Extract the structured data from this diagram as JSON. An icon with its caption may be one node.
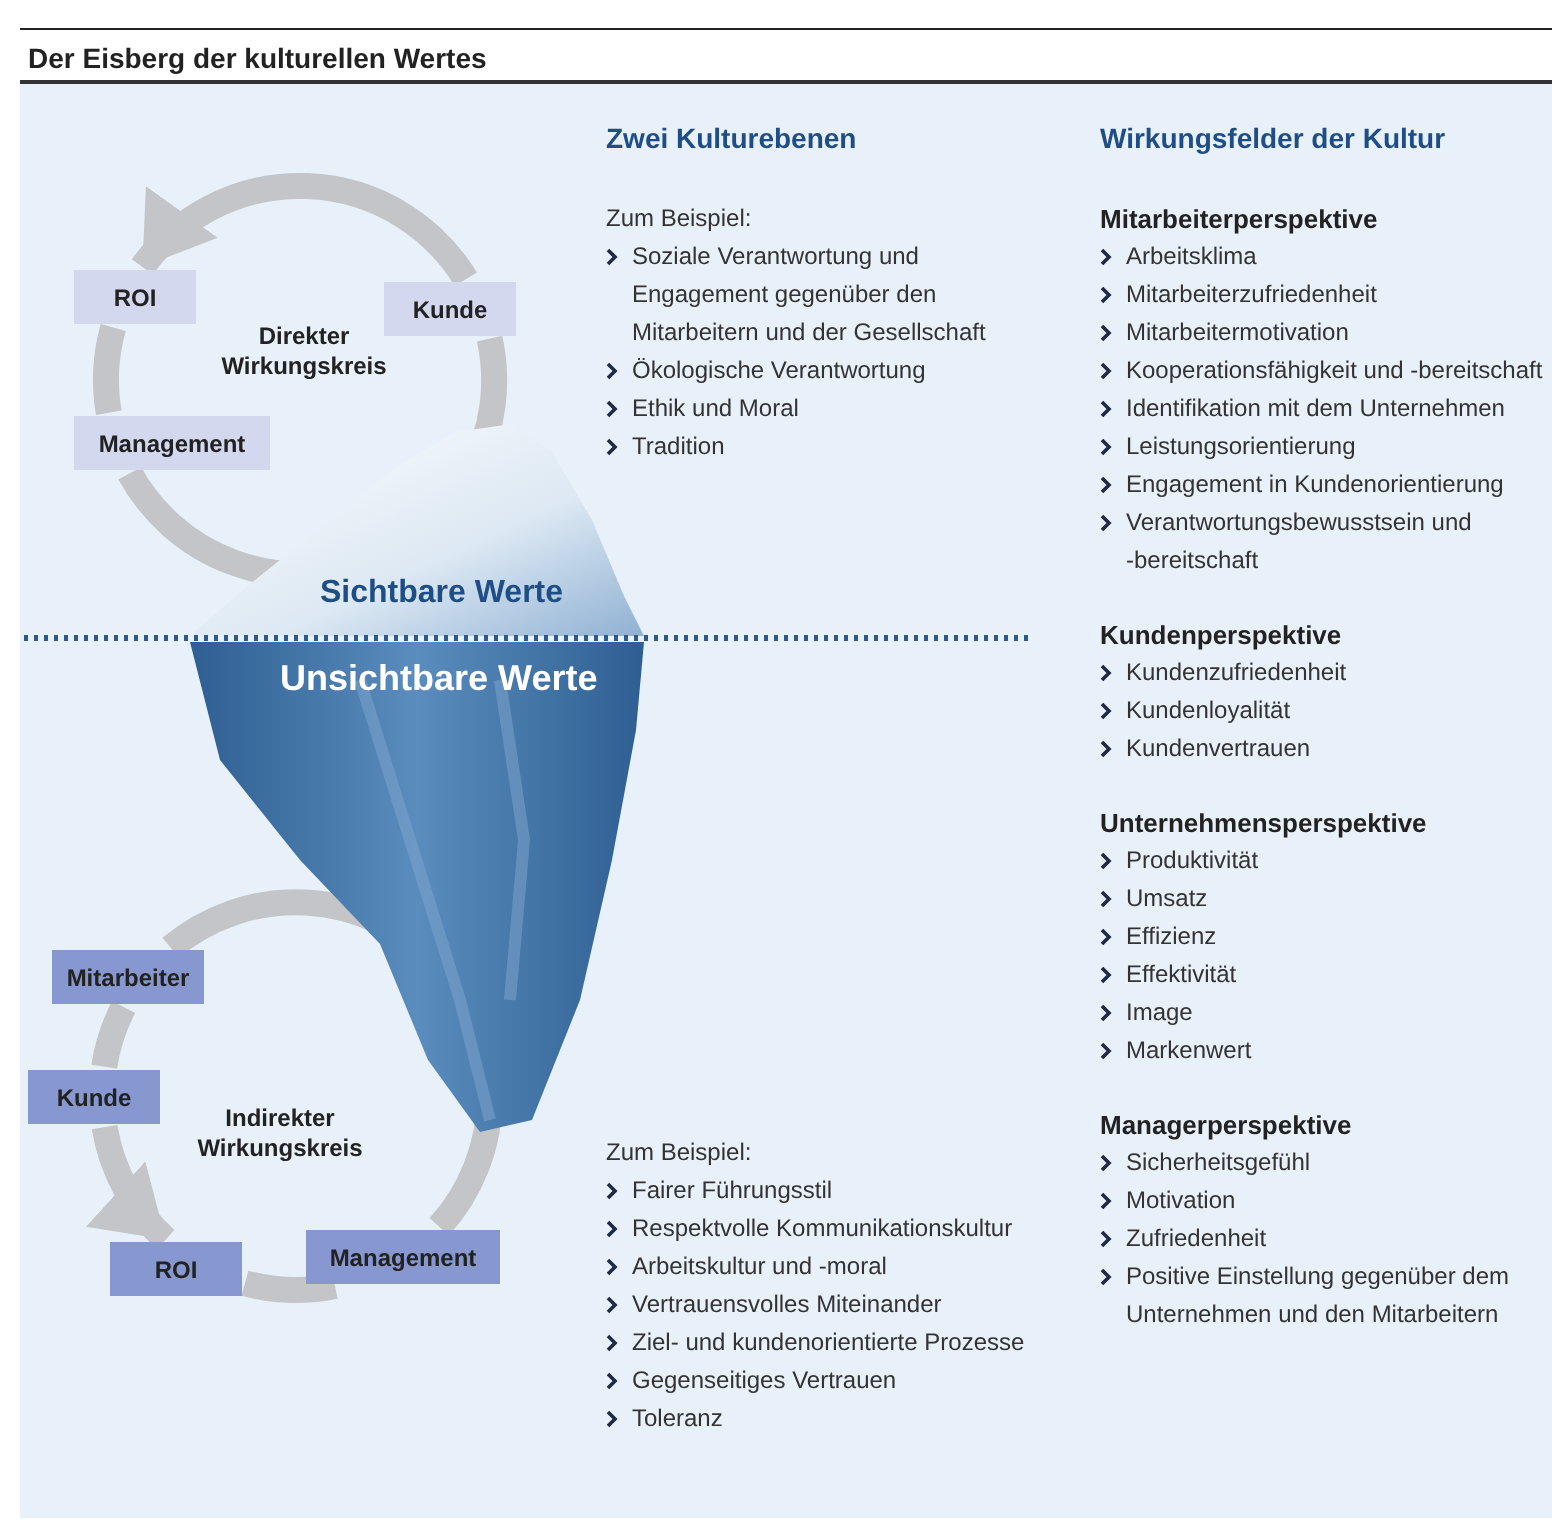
{
  "diagram": {
    "title": "Der Eisberg der kulturellen Wertes",
    "nodes": [
      {
        "text": [
          "ROI"
        ]
      },
      {
        "text": [
          "Kunde"
        ]
      },
      {
        "text": [
          "Management"
        ]
      },
      {
        "text": [
          "Mitarbeiter"
        ]
      },
      {
        "text": [
          "Kunde"
        ]
      },
      {
        "text": [
          "ROI"
        ]
      },
      {
        "text": [
          "Management"
        ]
      }
    ],
    "edges": [
      {
        "from": 1,
        "to": 0,
        "arrow": "to"
      },
      {
        "from": 0,
        "to": 2,
        "arrow": "none"
      },
      {
        "from": 2,
        "to": 1,
        "arrow": "none"
      },
      {
        "from": 6,
        "to": 3,
        "arrow": "none"
      },
      {
        "from": 3,
        "to": 4,
        "arrow": "none"
      },
      {
        "from": 4,
        "to": 5,
        "arrow": "to"
      },
      {
        "from": 5,
        "to": 6,
        "arrow": "none"
      }
    ],
    "labels": [
      "Direkter Wirkungskreis",
      "Zwei Kulturebenen",
      "Zum Beispiel:",
      "Soziale Verantwortung und Engagement gegenüber den Mitarbeitern und der Gesellschaft",
      "Ökologische Verantwortung",
      "Ethik und Moral",
      "Tradition",
      "Wirkungsfelder der Kultur",
      "Mitarbeiterperspektive",
      "Arbeitsklima",
      "Mitarbeiterzufriedenheit",
      "Mitarbeitermotivation",
      "Kooperationsfähigkeit und -bereitschaft",
      "Identifikation mit dem Unternehmen",
      "Leistungsorientierung",
      "Engagement in Kundenorientierung",
      "Verantwortungsbewusstsein und -bereitschaft",
      "Kundenperspektive",
      "Kundenzufriedenheit",
      "Kundenloyalität",
      "Kundenvertrauen",
      "Unternehmensperspektive",
      "Produktivität",
      "Umsatz",
      "Effizienz",
      "Effektivität",
      "Image",
      "Markenwert",
      "Managerperspektive",
      "Sicherheitsgefühl",
      "Motivation",
      "Zufriedenheit",
      "Positive Einstellung gegenüber dem Unternehmen und den Mitarbeitern",
      "Sichtbare Werte",
      "Unsichtbare Werte",
      "Indirekter Wirkungskreis",
      "Zum Beispiel:",
      "Fairer Führungsstil",
      "Respektvolle Kommunikationskultur",
      "Arbeitskultur und -moral",
      "Vertrauensvolles Miteinander",
      "Ziel- und kundenorientierte Prozesse",
      "Gegenseitiges Vertrauen",
      "Toleranz"
    ]
  }
}
